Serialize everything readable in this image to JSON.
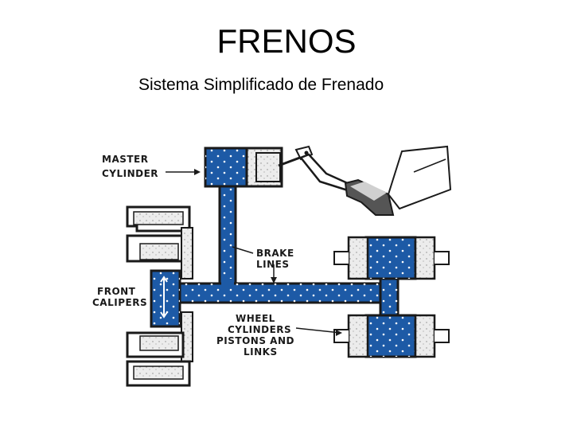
{
  "slide": {
    "title": "FRENOS",
    "subtitle": "Sistema Simplificado de Frenado"
  },
  "diagram": {
    "labels": {
      "master_cylinder_1": "MASTER",
      "master_cylinder_2": "CYLINDER",
      "brake_lines_1": "BRAKE",
      "brake_lines_2": "LINES",
      "front_calipers_1": "FRONT",
      "front_calipers_2": "CALIPERS",
      "wheel_1": "WHEEL",
      "wheel_2": "CYLINDERS",
      "wheel_3": "PISTONS AND",
      "wheel_4": "LINKS"
    },
    "colors": {
      "fluid": "#1d5aa6",
      "outline": "#1a1a1a",
      "piston": "#e8e8e8"
    }
  }
}
